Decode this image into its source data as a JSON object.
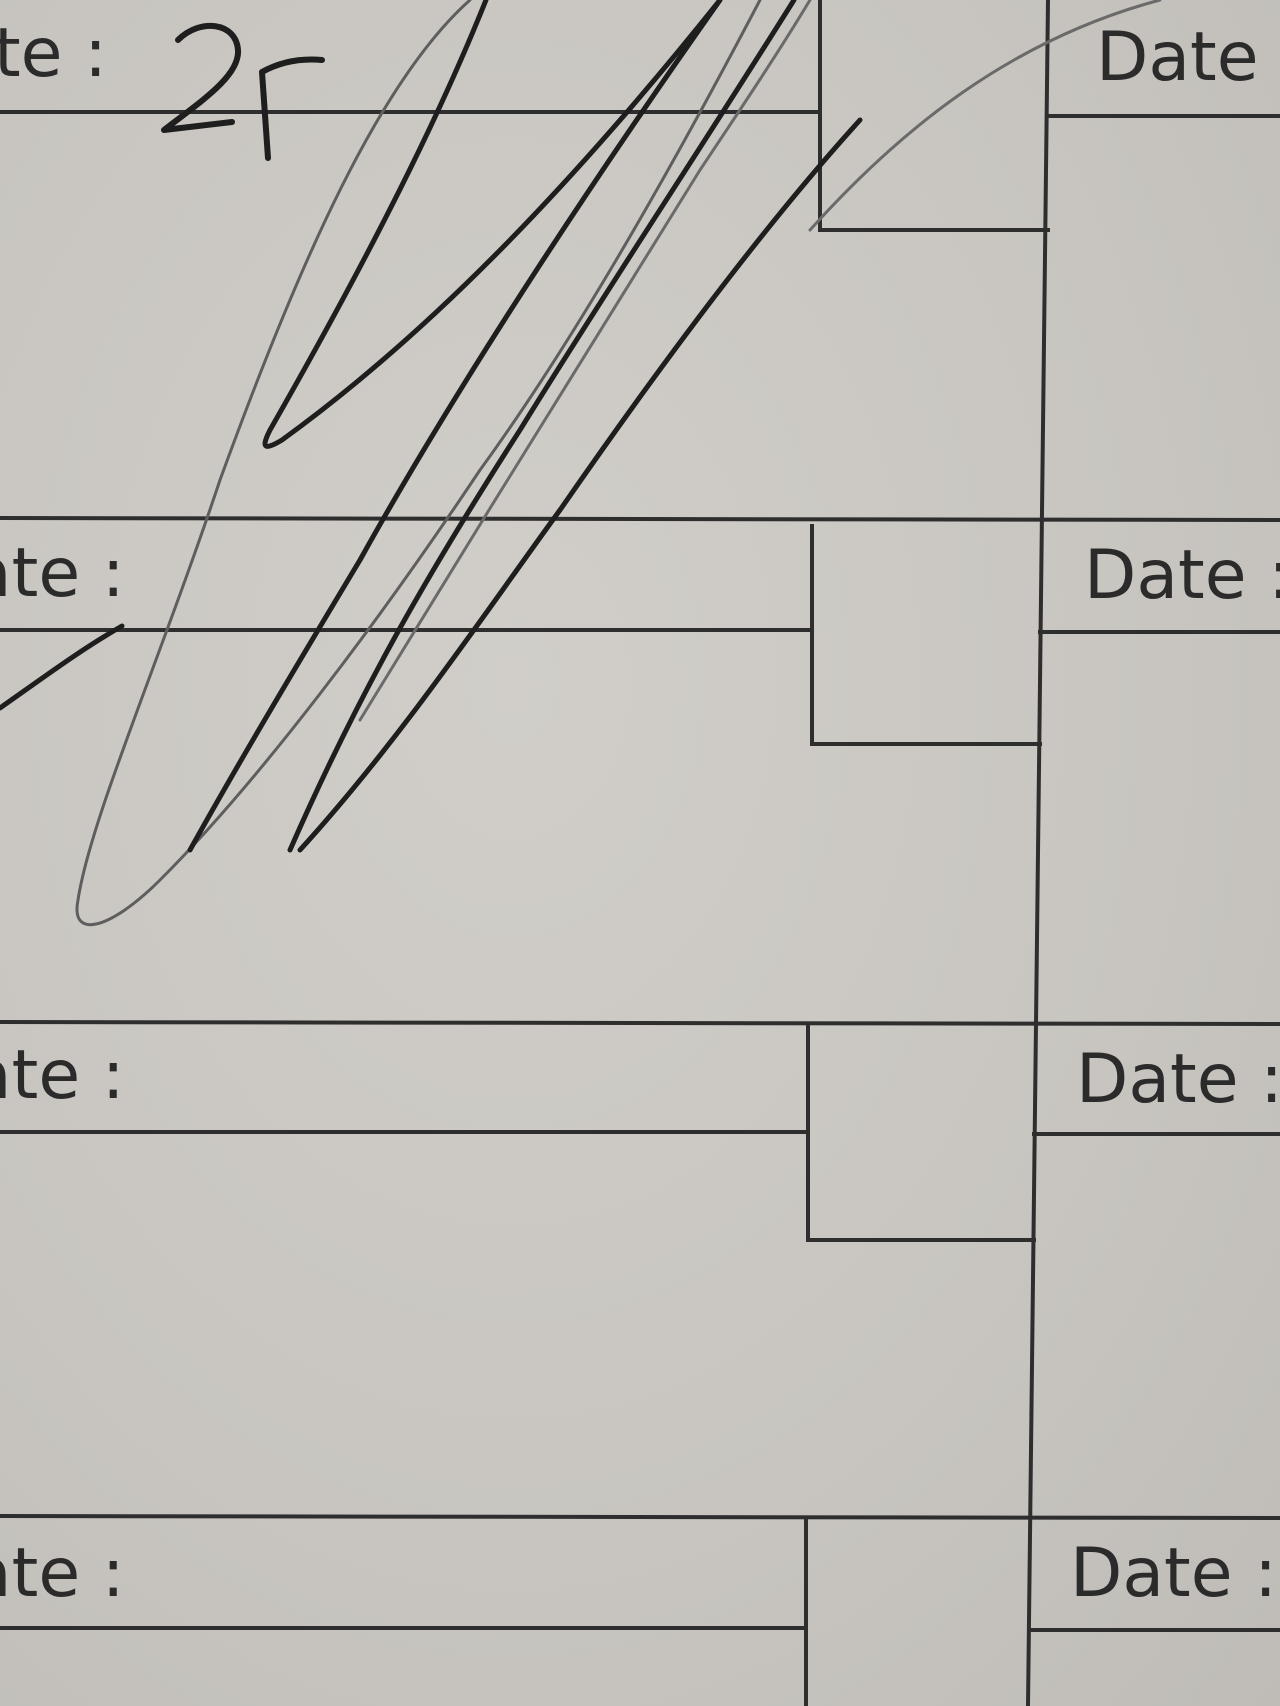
{
  "form": {
    "rows": [
      {
        "left_label": "te :",
        "right_label": "Date"
      },
      {
        "left_label": "ate :",
        "right_label": "Date :"
      },
      {
        "left_label": "ate :",
        "right_label": "Date :"
      },
      {
        "left_label": "ate :",
        "right_label": "Date :"
      }
    ],
    "entries": {
      "row1_value": "25"
    }
  },
  "colors": {
    "paper": "#c9c6c1",
    "ink_print": "#2b2b2b",
    "ink_pen": "#1e1e1e",
    "ink_pencil": "#5a5a5a"
  }
}
